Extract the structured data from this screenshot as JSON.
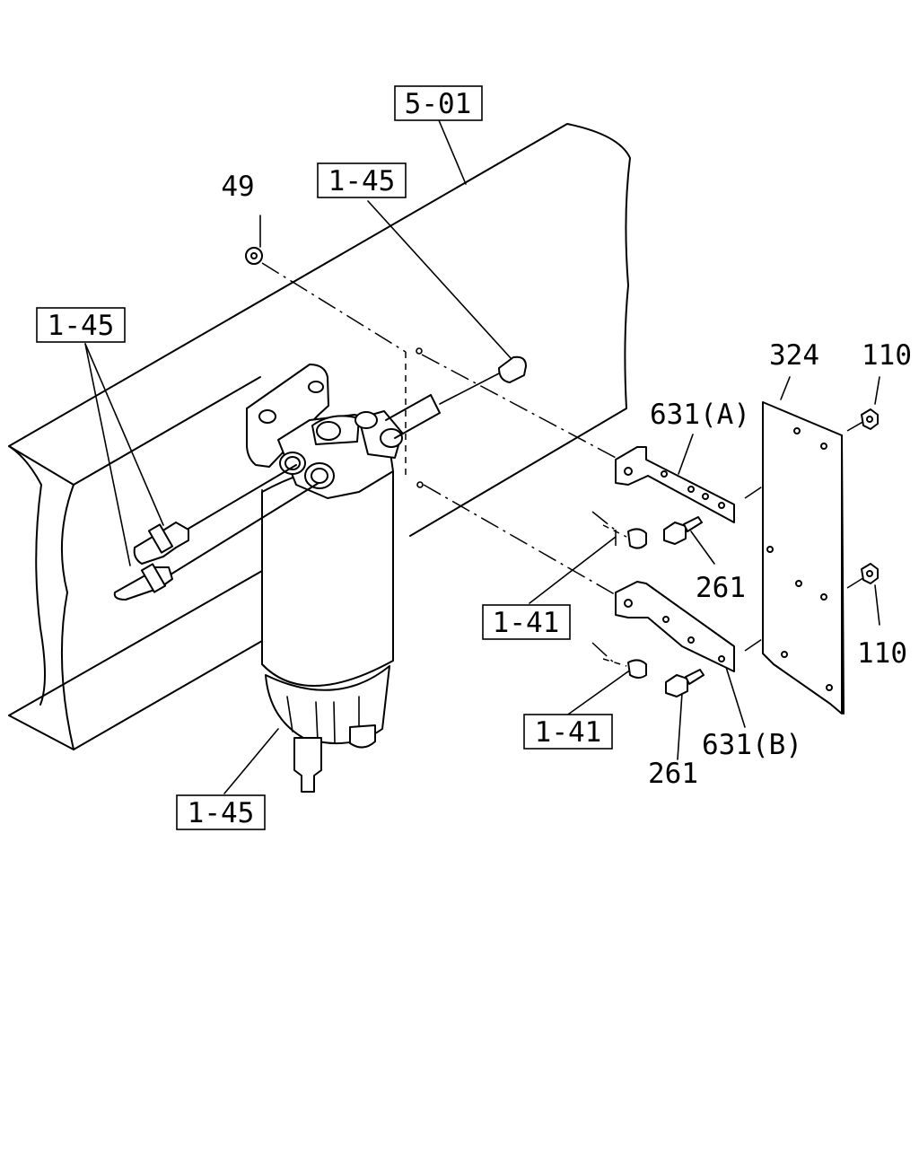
{
  "callouts": {
    "ref_5_01": "5-01",
    "ref_1_45_top": "1-45",
    "ref_1_45_left": "1-45",
    "ref_1_45_bottom": "1-45",
    "ref_1_41_upper": "1-41",
    "ref_1_41_lower": "1-41",
    "part_49": "49",
    "part_324": "324",
    "part_110_top": "110",
    "part_110_bottom": "110",
    "part_631_a": "631(A)",
    "part_631_b": "631(B)",
    "part_261_upper": "261",
    "part_261_lower": "261"
  }
}
